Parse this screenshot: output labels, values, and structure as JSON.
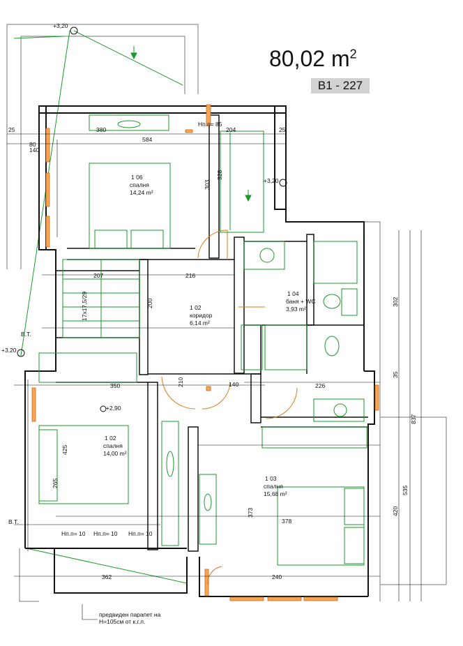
{
  "header": {
    "area_value": "80,02 m",
    "area_sup": "2",
    "unit_code": "B1 - 227"
  },
  "rooms": [
    {
      "id": "r1",
      "num": "1 06",
      "name": "спалня",
      "area": "14,24 m²"
    },
    {
      "id": "r2",
      "num": "1 02",
      "name": "коридор",
      "area": "6,14 m²"
    },
    {
      "id": "r3",
      "num": "1 04",
      "name": "баня + WC",
      "area": "3,93 m²"
    },
    {
      "id": "r4",
      "num": "1 02",
      "name": "спалня",
      "area": "14,00 m²"
    },
    {
      "id": "r5",
      "num": "1 03",
      "name": "спалня",
      "area": "15,68 m²"
    }
  ],
  "levels": [
    "+3,20",
    "+3,20",
    "+3,20",
    "+2,90"
  ],
  "sill_labels": [
    "Нп.п= 85",
    "Нп.п= 10",
    "Нп.п= 10",
    "Нп.п= 10"
  ],
  "notes": {
    "stair": "17x17,5/29",
    "bt": "B.T.",
    "parapet_line1": "предвиден парапет на",
    "parapet_line2": "H=105см от к.г.л."
  },
  "dimensions": [
    "25",
    "380",
    "204",
    "25",
    "584",
    "80",
    "140",
    "303",
    "328",
    "207",
    "216",
    "200",
    "350",
    "210",
    "140",
    "226",
    "425",
    "265",
    "373",
    "378",
    "362",
    "240",
    "535",
    "420",
    "302",
    "35",
    "837"
  ]
}
